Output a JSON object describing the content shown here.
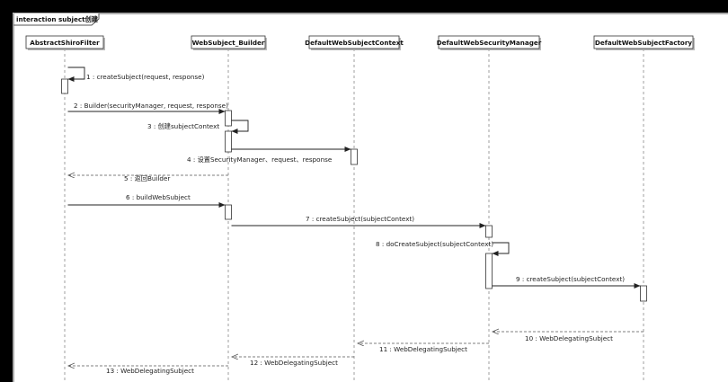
{
  "frame": {
    "title": "interaction subject创建"
  },
  "participants": [
    {
      "id": "p0",
      "name": "AbstractShiroFilter"
    },
    {
      "id": "p1",
      "name": "WebSubject_Builder"
    },
    {
      "id": "p2",
      "name": "DefaultWebSubjectContext"
    },
    {
      "id": "p3",
      "name": "DefaultWebSecurityManager"
    },
    {
      "id": "p4",
      "name": "DefaultWebSubjectFactory"
    }
  ],
  "messages": [
    {
      "n": 1,
      "text": "1 : createSubject(request, response)",
      "from": 0,
      "to": 0,
      "kind": "self"
    },
    {
      "n": 2,
      "text": "2 : Builder(securityManager, request, response)",
      "from": 0,
      "to": 1,
      "kind": "call"
    },
    {
      "n": 3,
      "text": "3 : 创建subjectContext",
      "from": 1,
      "to": 1,
      "kind": "self"
    },
    {
      "n": 4,
      "text": "4 : 设置SecurityManager、request、response",
      "from": 1,
      "to": 2,
      "kind": "call"
    },
    {
      "n": 5,
      "text": "5 : 返回Builder",
      "from": 1,
      "to": 0,
      "kind": "return"
    },
    {
      "n": 6,
      "text": "6 : buildWebSubject",
      "from": 0,
      "to": 1,
      "kind": "call"
    },
    {
      "n": 7,
      "text": "7 : createSubject(subjectContext)",
      "from": 1,
      "to": 3,
      "kind": "call"
    },
    {
      "n": 8,
      "text": "8 : doCreateSubject(subjectContext)",
      "from": 3,
      "to": 3,
      "kind": "self"
    },
    {
      "n": 9,
      "text": "9 : createSubject(subjectContext)",
      "from": 3,
      "to": 4,
      "kind": "call"
    },
    {
      "n": 10,
      "text": "10 : WebDelegatingSubject",
      "from": 4,
      "to": 3,
      "kind": "return"
    },
    {
      "n": 11,
      "text": "11 : WebDelegatingSubject",
      "from": 3,
      "to": 2,
      "kind": "return"
    },
    {
      "n": 12,
      "text": "12 : WebDelegatingSubject",
      "from": 2,
      "to": 1,
      "kind": "return"
    },
    {
      "n": 13,
      "text": "13 : WebDelegatingSubject",
      "from": 1,
      "to": 0,
      "kind": "return"
    }
  ]
}
